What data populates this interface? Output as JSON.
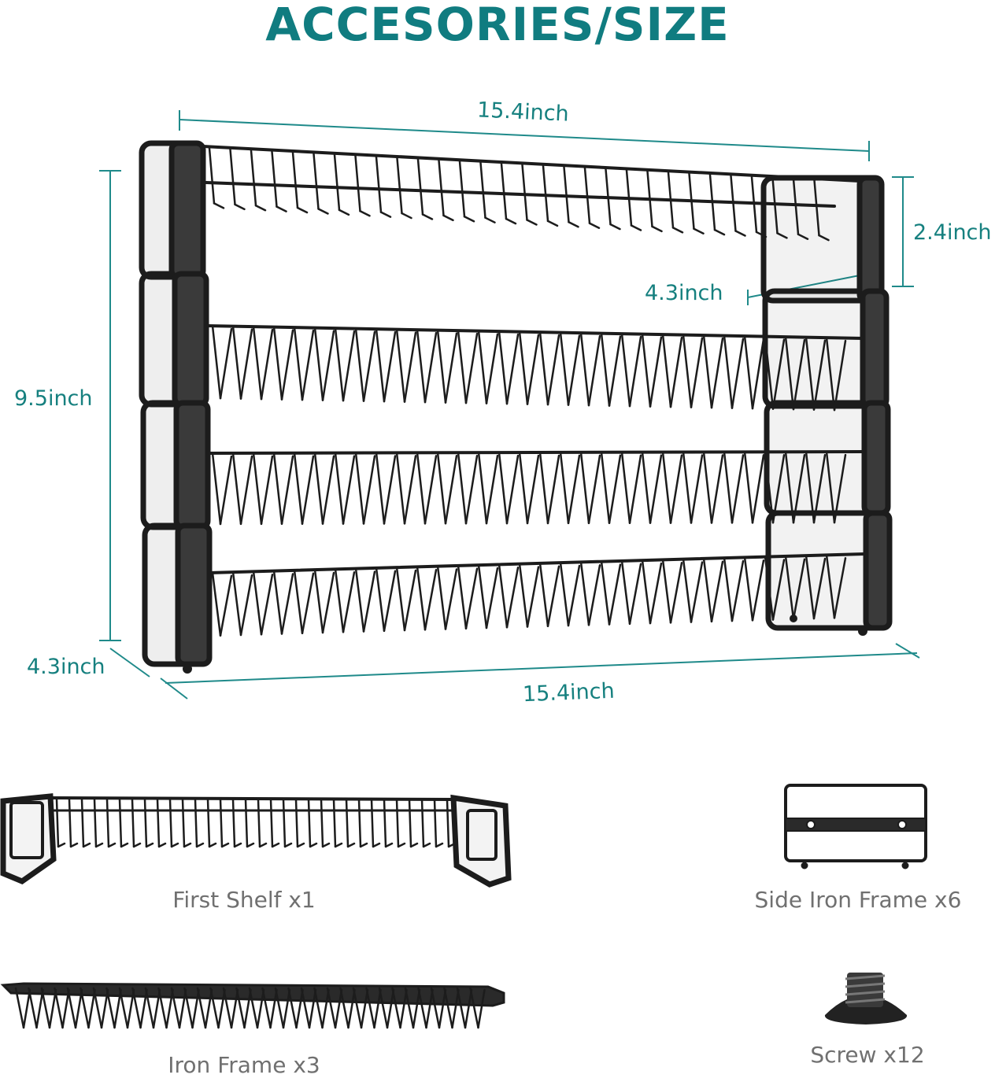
{
  "header": {
    "title": "ACCESORIES/SIZE"
  },
  "dimensions": {
    "top_width": "15.4inch",
    "shelf_height": "2.4inch",
    "shelf_depth": "4.3inch",
    "total_height": "9.5inch",
    "bottom_depth": "4.3inch",
    "bottom_width": "15.4inch"
  },
  "accessories": {
    "first_shelf": "First Shelf x1",
    "side_iron_frame": "Side Iron Frame x6",
    "iron_frame": "Iron Frame x3",
    "screw": "Screw x12"
  },
  "colors": {
    "accent": "#107c80",
    "dimension_line": "#1f8a8a",
    "caption": "#707070",
    "metal": "#1c1c1c"
  }
}
